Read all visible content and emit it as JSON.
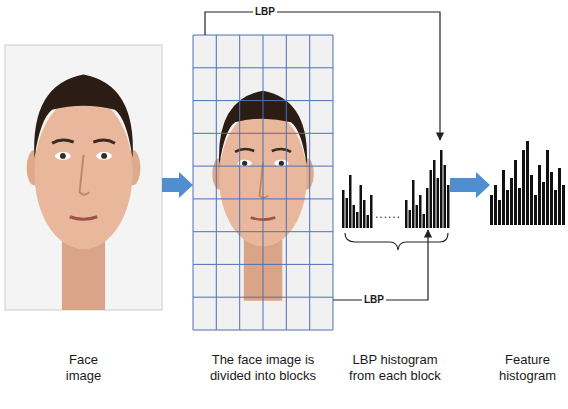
{
  "diagram": {
    "nodes": [
      {
        "text": [
          "Face image"
        ]
      },
      {
        "text": [
          "The face image is divided into blocks"
        ]
      },
      {
        "text": [
          "LBP histogram from each block"
        ]
      },
      {
        "text": [
          "Feature histogram"
        ]
      }
    ],
    "edges": [
      {
        "from": 0,
        "to": 1,
        "arrow": "to"
      },
      {
        "from": 1,
        "to": 2,
        "label": "LBP",
        "arrow": "to"
      },
      {
        "from": 1,
        "to": 2,
        "label": "LBP",
        "arrow": "to"
      },
      {
        "from": 2,
        "to": 3,
        "arrow": "to"
      }
    ],
    "labels": [
      "......"
    ]
  }
}
